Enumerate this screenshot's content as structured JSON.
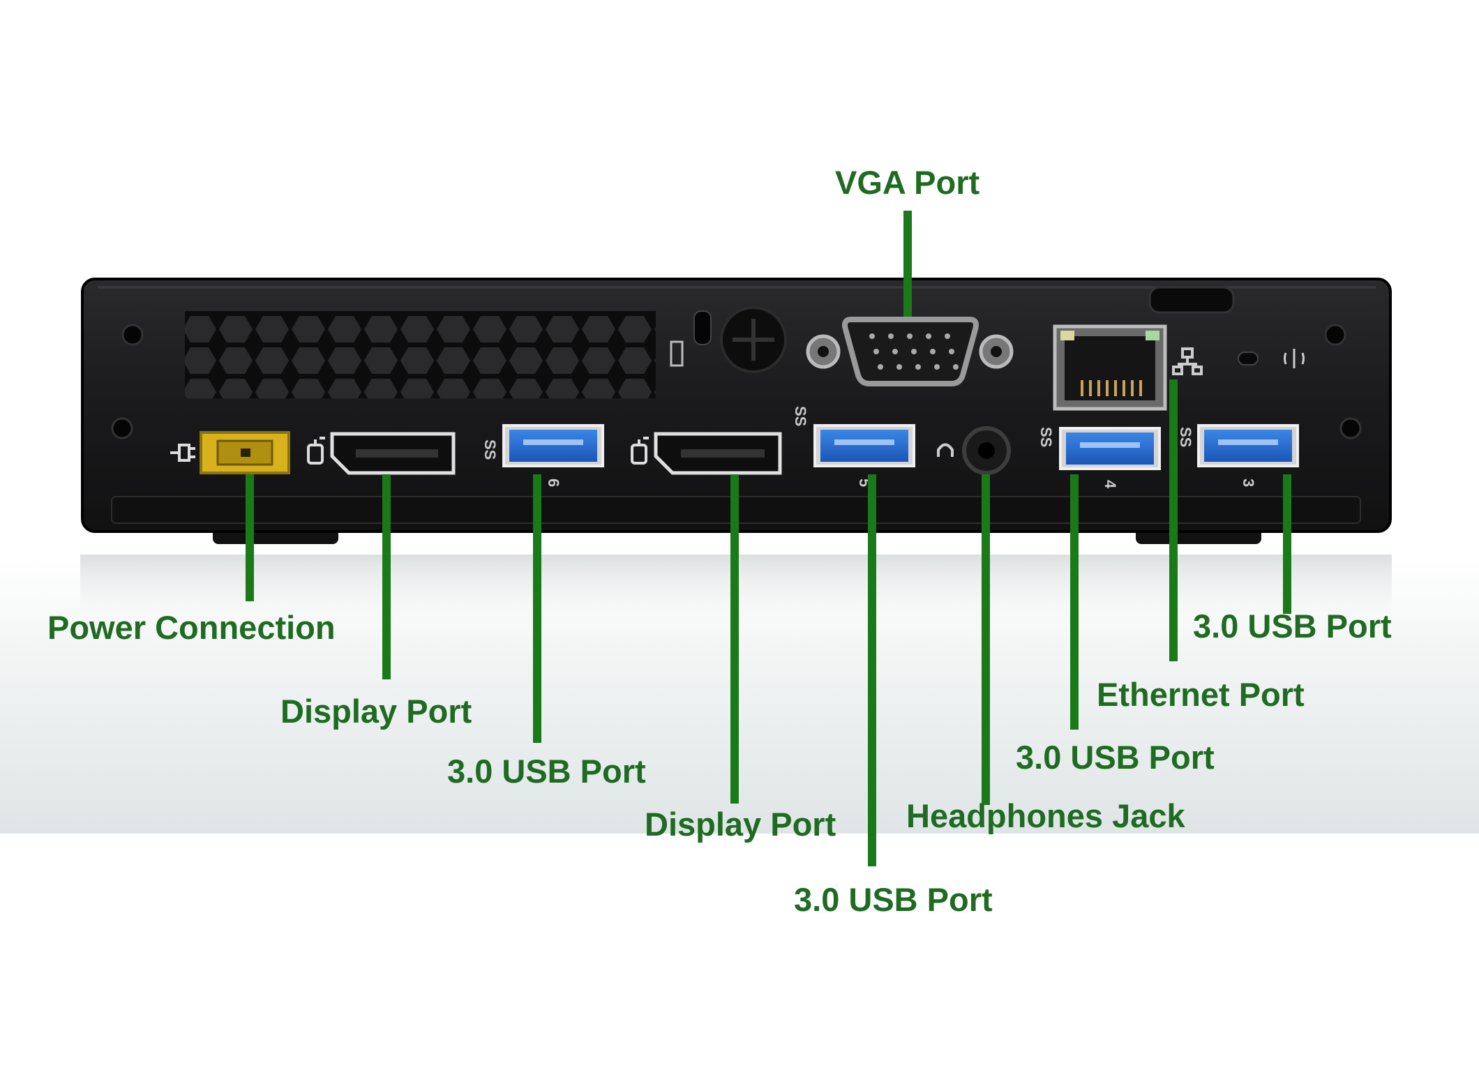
{
  "diagram": {
    "colors": {
      "label": "#1f6b22",
      "leader_line": "#1a7a1a",
      "chassis": "#1c1c1e",
      "usb_blue": "#1d63c9",
      "power_yellow": "#d8b21c"
    },
    "labels": {
      "vga": "VGA Port",
      "power": "Power Connection",
      "display_1": "Display Port",
      "usb_1": "3.0 USB Port",
      "display_2": "Display Port",
      "usb_2": "3.0 USB Port",
      "headphones": "Headphones Jack",
      "usb_3": "3.0 USB Port",
      "ethernet": "Ethernet Port",
      "usb_4": "3.0 USB Port"
    },
    "port_marks": {
      "usb_1": "6",
      "usb_2": "5",
      "usb_3": "4",
      "usb_4": "3",
      "superspeed": "SS"
    }
  }
}
